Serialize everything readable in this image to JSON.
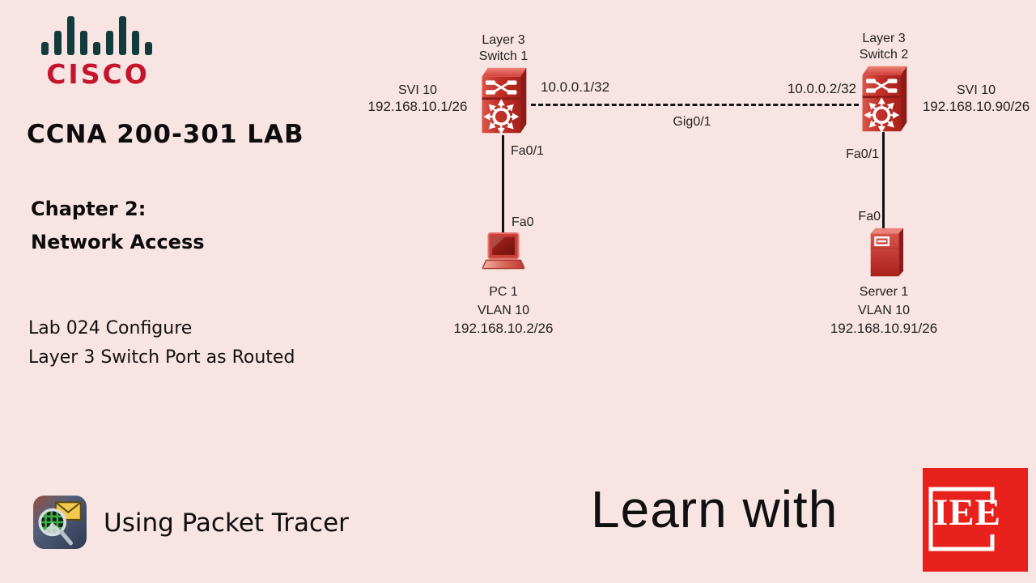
{
  "background": "#f8e4e2",
  "colors": {
    "cisco_red": "#c5152d",
    "cisco_teal": "#123c3b",
    "device_red": "#c8312b",
    "logo_red": "#e8211d",
    "text": "#111111"
  },
  "branding": {
    "cisco_wordmark": "CISCO"
  },
  "left_panel": {
    "title": "CCNA 200-301 LAB",
    "chapter_line1": "Chapter 2:",
    "chapter_line2": "Network Access",
    "lab_line1": "Lab 024 Configure",
    "lab_line2": "Layer 3 Switch Port as Routed"
  },
  "diagram": {
    "switch1": {
      "name_line1": "Layer 3",
      "name_line2": "Switch 1",
      "svi_label": "SVI 10",
      "svi_ip": "192.168.10.1/26",
      "routed_ip": "10.0.0.1/32",
      "downlink_port": "Fa0/1"
    },
    "switch2": {
      "name_line1": "Layer 3",
      "name_line2": "Switch 2",
      "svi_label": "SVI 10",
      "svi_ip": "192.168.10.90/26",
      "routed_ip": "10.0.0.2/32",
      "downlink_port": "Fa0/1"
    },
    "link_label": "Gig0/1",
    "pc1": {
      "port": "Fa0",
      "name": "PC 1",
      "vlan": "VLAN 10",
      "ip": "192.168.10.2/26"
    },
    "server1": {
      "port": "Fa0",
      "name": "Server 1",
      "vlan": "VLAN 10",
      "ip": "192.168.10.91/26"
    }
  },
  "footer": {
    "caption": "Using Packet Tracer",
    "learn_with": "Learn with",
    "channel_logo_text": "IEE"
  }
}
